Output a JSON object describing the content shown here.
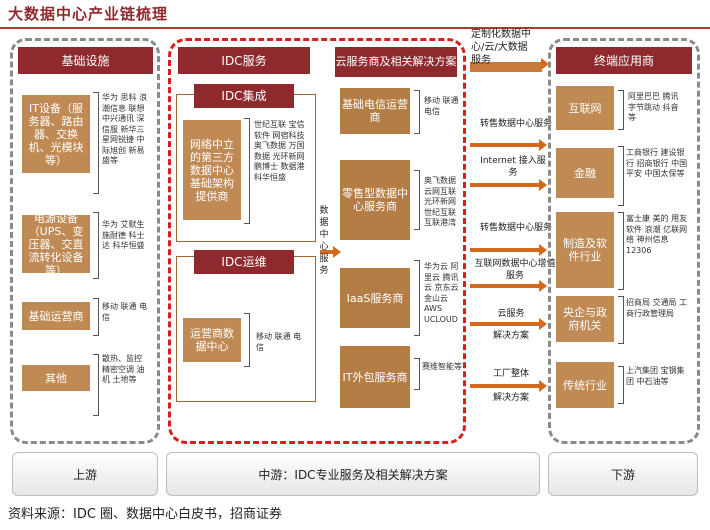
{
  "title": "大数据中心产业链梳理",
  "upstream": {
    "header": "基础设施",
    "items": [
      {
        "label": "IT设备（服务器、路由器、交换机、光模块等）",
        "vendors": "华为 思科 浪潮信息 联想 中兴通讯 深信服 新华三 星网锐捷 中际旭创 新易盛等"
      },
      {
        "label": "电源设备（UPS、变压器、交直流转化设备等）",
        "vendors": "华为 艾默生 施耐德 科士达 科华恒盛"
      },
      {
        "label": "基础运营商",
        "vendors": "移动 联通 电信"
      },
      {
        "label": "其他",
        "vendors": "散热、监控 精密空调 油机 土地等"
      }
    ]
  },
  "idc_services": {
    "header": "IDC服务",
    "integration": {
      "header": "IDC集成",
      "label": "网络中立的第三方数据中心基础架构提供商",
      "vendors": "世纪互联 宝信软件 网宿科技 奥飞数据 万国数据 光环新网 鹏博士 数据港 科华恒盛"
    },
    "operation": {
      "header": "IDC运维",
      "label": "运营商数据中心",
      "vendors": "移动 联通 电信"
    }
  },
  "mid_arrow_label": "数据中心服务",
  "cloud": {
    "header": "云服务商及相关解决方案",
    "items": [
      {
        "label": "基础电信运营商",
        "vendors": "移动 联通 电信"
      },
      {
        "label": "零售型数据中心服务商",
        "vendors": "奥飞数据 云网互联 光环新网 世纪互联 互联港湾"
      },
      {
        "label": "IaaS服务商",
        "vendors": "华为云 阿里云 腾讯云 京东云 金山云 AWS UCLOUD"
      },
      {
        "label": "IT外包服务商",
        "vendors": "赛维智能等"
      }
    ]
  },
  "top_arrow_label": "定制化数据中心/云/大数据服务",
  "right_arrows": [
    "转售数据中心服务",
    "Internet 接入服务",
    "转售数据中心服务",
    "互联网数据中心增值服务",
    "云服务",
    "解决方案",
    "工厂整体",
    "解决方案"
  ],
  "downstream": {
    "header": "终端应用商",
    "items": [
      {
        "label": "互联网",
        "vendors": "阿里巴巴 腾讯 字节跳动 抖音等"
      },
      {
        "label": "金融",
        "vendors": "工商银行 建设银行 招商银行 中国平安 中国太保等"
      },
      {
        "label": "制造及软件行业",
        "vendors": "富士康 美的 用友软件 浪潮 亿联网络 神州信息 12306"
      },
      {
        "label": "央企与政府机关",
        "vendors": "招商局 交通局 工商行政管理局"
      },
      {
        "label": "传统行业",
        "vendors": "上汽集团 宝钢集团 中石油等"
      }
    ]
  },
  "bottom_bar": {
    "left": "上游",
    "middle": "中游：IDC专业服务及相关解决方案",
    "right": "下游"
  },
  "source": "资料来源：IDC 圈、数据中心白皮书，招商证券"
}
